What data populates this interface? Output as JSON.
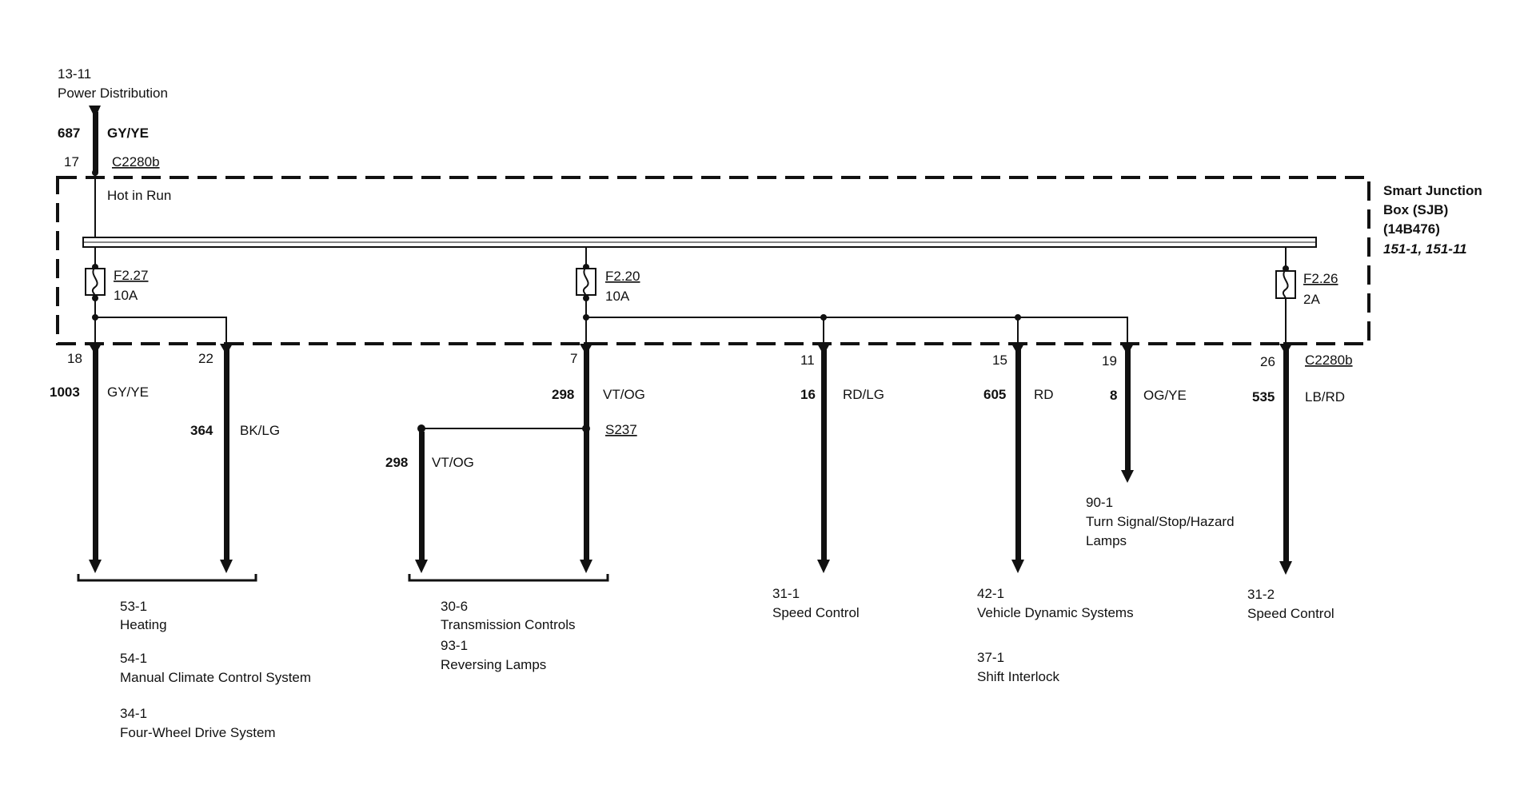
{
  "source": {
    "ref": "13-11",
    "name": "Power Distribution",
    "circuit": "687",
    "color": "GY/YE",
    "pin": "17",
    "connector": "C2280b"
  },
  "sjb": {
    "lines": [
      "Smart Junction",
      "Box (SJB)",
      "(14B476)"
    ],
    "refs": "151-1, 151-11",
    "bus_label": "Hot in Run"
  },
  "fuses": [
    {
      "id": "F2.27",
      "rating": "10A"
    },
    {
      "id": "F2.20",
      "rating": "10A"
    },
    {
      "id": "F2.26",
      "rating": "2A"
    }
  ],
  "outputs": [
    {
      "pin": "18",
      "circuit": "1003",
      "color": "GY/YE"
    },
    {
      "pin": "22",
      "circuit": "364",
      "color": "BK/LG"
    },
    {
      "pin": "7",
      "circuit": "298",
      "color": "VT/OG"
    },
    {
      "pin": "11",
      "circuit": "16",
      "color": "RD/LG"
    },
    {
      "pin": "15",
      "circuit": "605",
      "color": "RD"
    },
    {
      "pin": "19",
      "circuit": "8",
      "color": "OG/YE"
    },
    {
      "pin": "26",
      "circuit": "535",
      "color": "LB/RD",
      "connector": "C2280b"
    }
  ],
  "splice": {
    "id": "S237",
    "circuit": "298",
    "color": "VT/OG"
  },
  "destinations": [
    {
      "items": [
        {
          "ref": "53-1",
          "name": "Heating"
        },
        {
          "ref": "54-1",
          "name": "Manual Climate Control System"
        },
        {
          "ref": "34-1",
          "name": "Four-Wheel Drive System"
        }
      ]
    },
    {
      "items": [
        {
          "ref": "30-6",
          "name": "Transmission Controls"
        },
        {
          "ref": "93-1",
          "name": "Reversing Lamps"
        }
      ]
    },
    {
      "items": [
        {
          "ref": "31-1",
          "name": "Speed Control"
        }
      ]
    },
    {
      "items": [
        {
          "ref": "42-1",
          "name": "Vehicle Dynamic Systems"
        },
        {
          "ref": "37-1",
          "name": "Shift Interlock"
        }
      ]
    },
    {
      "items": [
        {
          "ref": "90-1",
          "name": "Turn Signal/Stop/Hazard",
          "name2": "Lamps"
        }
      ]
    },
    {
      "items": [
        {
          "ref": "31-2",
          "name": "Speed Control"
        }
      ]
    }
  ]
}
